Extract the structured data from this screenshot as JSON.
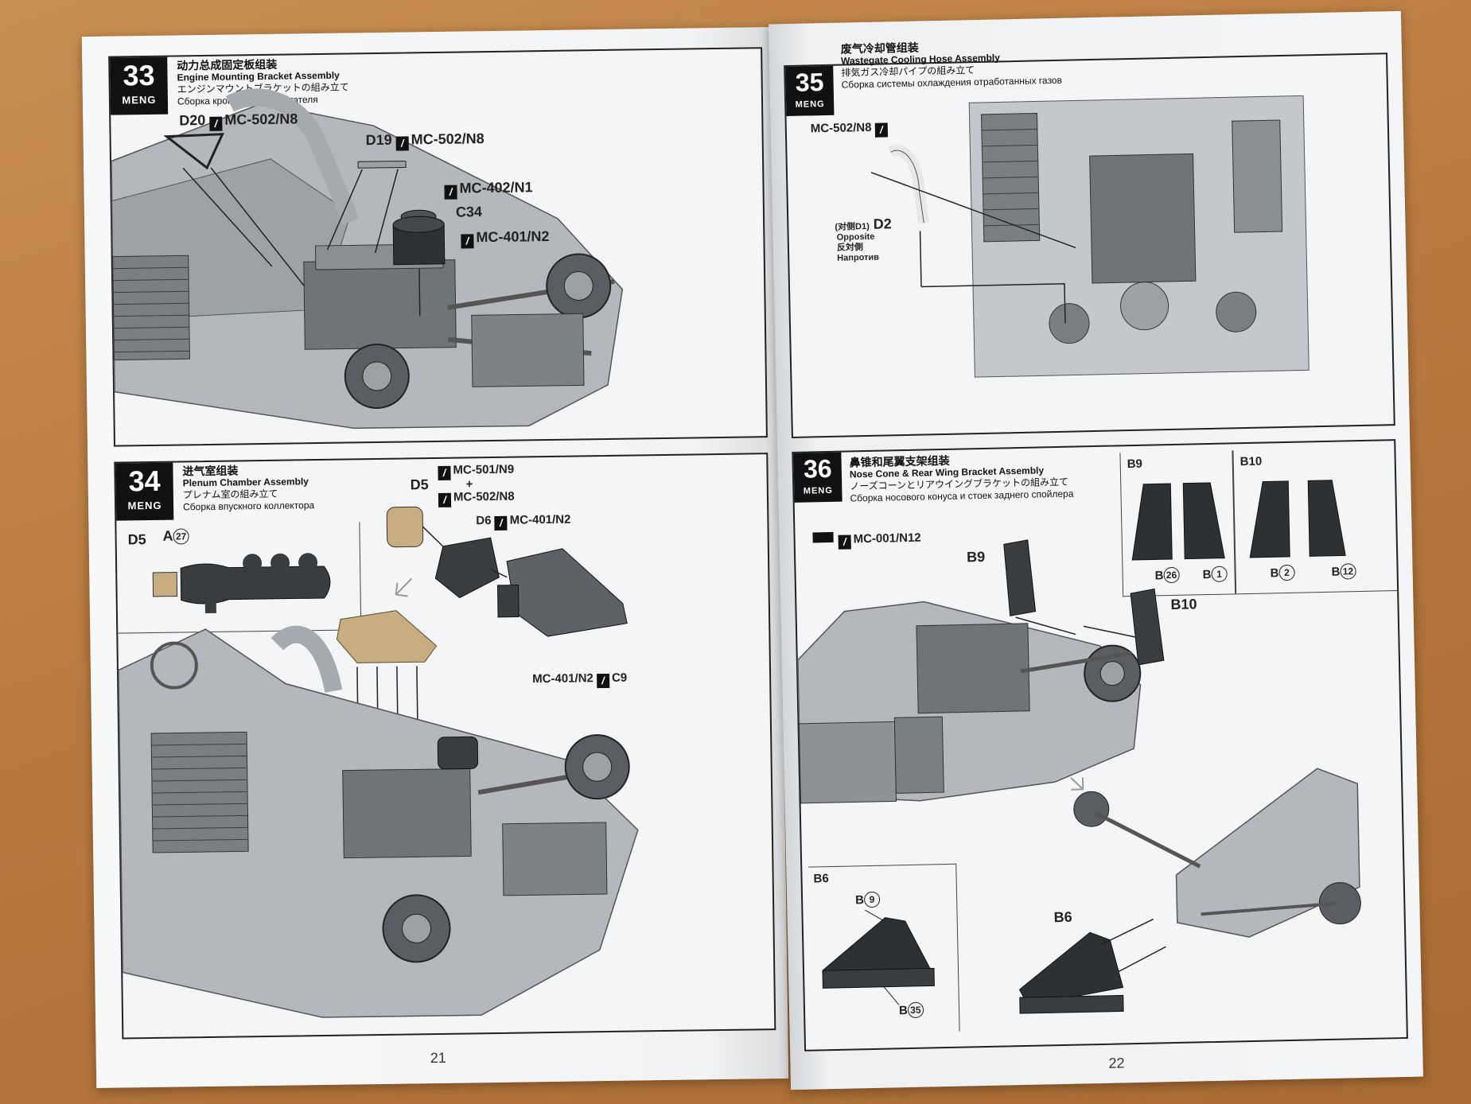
{
  "left_page": {
    "page_number": "21",
    "step33": {
      "number": "33",
      "brand": "MENG",
      "title_zh": "动力总成固定板组装",
      "title_en": "Engine Mounting Bracket Assembly",
      "title_ja": "エンジンマウントブラケットの組み立て",
      "title_ru": "Сборка кронштейнов двигателя",
      "labels": {
        "d20": "D20",
        "d20_paint": "MC-502/N8",
        "d19": "D19",
        "d19_paint": "MC-502/N8",
        "c34_top_paint": "MC-402/N1",
        "c34": "C34",
        "c34_bottom_paint": "MC-401/N2"
      }
    },
    "step34": {
      "number": "34",
      "brand": "MENG",
      "title_zh": "进气室组装",
      "title_en": "Plenum Chamber Assembly",
      "title_ja": "プレナム室の組み立て",
      "title_ru": "Сборка впускного коллектора",
      "labels": {
        "d5_top": "D5",
        "paint_501": "MC-501/N9",
        "plus": "+",
        "paint_502": "MC-502/N8",
        "d6": "D6",
        "d6_paint": "MC-401/N2",
        "c9_paint": "MC-401/N2",
        "c9": "C9",
        "inset_d5": "D5",
        "inset_a": "A",
        "inset_a_num": "27"
      }
    }
  },
  "right_page": {
    "page_number": "22",
    "step35": {
      "number": "35",
      "brand": "MENG",
      "title_zh": "废气冷却管组装",
      "title_en": "Wastegate Cooling Hose Assembly",
      "title_ja": "排気ガス冷却パイプの組み立て",
      "title_ru": "Сборка системы охлаждения отработанных газов",
      "labels": {
        "paint": "MC-502/N8",
        "opposite_zh": "(对侧D1)",
        "d2": "D2",
        "opposite_en": "Opposite",
        "opposite_ja": "反対側",
        "opposite_ru": "Напротив"
      }
    },
    "step36": {
      "number": "36",
      "brand": "MENG",
      "title_zh": "鼻锥和尾翼支架组装",
      "title_en": "Nose Cone & Rear Wing Bracket Assembly",
      "title_ja": "ノーズコーンとリアウイングブラケットの組み立て",
      "title_ru": "Сборка носового конуса и стоек заднего спойлера",
      "labels": {
        "paint": "MC-001/N12",
        "b9": "B9",
        "b10": "B10",
        "b6": "B6",
        "inset_b9_title": "B9",
        "inset_b10_title": "B10",
        "b9_part_a": "B",
        "b9_part_a_num": "26",
        "b9_part_b": "B",
        "b9_part_b_num": "1",
        "b10_part_a": "B",
        "b10_part_a_num": "2",
        "b10_part_b": "B",
        "b10_part_b_num": "12",
        "inset_b6_title": "B6",
        "b6_part_a": "B",
        "b6_part_a_num": "9",
        "b6_part_b": "B",
        "b6_part_b_num": "35"
      }
    }
  },
  "colors": {
    "table_wood": "#b97a3f",
    "paper": "#f4f5f6",
    "part_gray": "#8e9398",
    "part_dark": "#3a3d40",
    "part_tan": "#c8ad80"
  }
}
